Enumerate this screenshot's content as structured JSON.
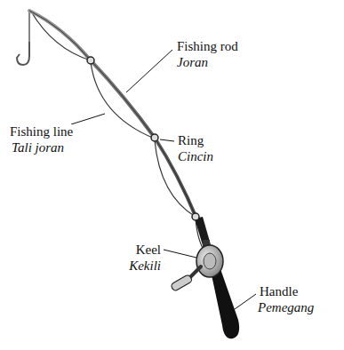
{
  "diagram": {
    "labels": [
      "Fishing rod",
      "Joran",
      "Fishing line",
      "Tali joran",
      "Ring",
      "Cincin",
      "Keel",
      "Kekili",
      "Handle",
      "Pemegang"
    ]
  }
}
